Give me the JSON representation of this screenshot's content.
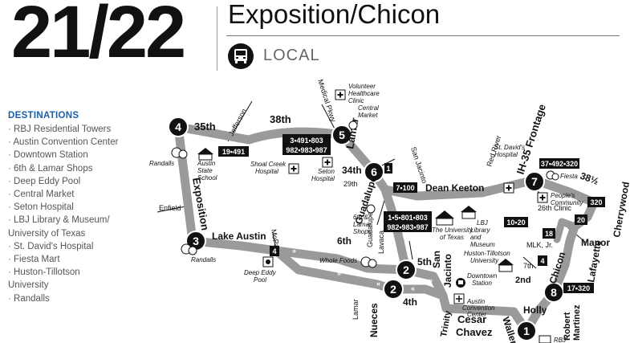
{
  "header": {
    "route_number": "21/22",
    "route_name": "Exposition/Chicon",
    "service_type": "LOCAL",
    "bus_icon": "bus-icon"
  },
  "destinations": {
    "title": "DESTINATIONS",
    "items": [
      "RBJ Residential Towers",
      "Austin Convention Center",
      "Downtown Station",
      "6th & Lamar Shops",
      "Deep Eddy Pool",
      "Central Market",
      "Seton Hospital",
      "LBJ Library & Museum/",
      "University of Texas",
      "St. David's Hospital",
      "Fiesta Mart",
      "Huston-Tillotson",
      "University",
      "Randalls"
    ]
  },
  "map": {
    "timepoints": [
      "1",
      "2",
      "3",
      "4",
      "5",
      "6",
      "7",
      "8"
    ],
    "streets": {
      "s35th": "35th",
      "s38th": "38th",
      "jefferson": "Jefferson",
      "medical": "Medical Pkwy",
      "lamar": "Lamar",
      "s34th": "34th",
      "s29th": "29th",
      "guadalupe": "Guadalupe",
      "sanjacinto_n": "San Jacinto",
      "deankeeton": "Dean Keeton",
      "redriver": "Red River",
      "ih35": "IH-35 Frontage",
      "s38half": "38½",
      "cherrywood": "Cherrywood",
      "manor": "Manor",
      "exposition": "Exposition",
      "enfield": "Enfield",
      "lakeaustin": "Lake Austin",
      "mopac": "MoPac",
      "s6th": "6th",
      "guadalupe2": "Guadalupe",
      "lavaca": "Lavaca",
      "s5th": "5th",
      "san": "San",
      "jacinto": "Jacinto",
      "s4th": "4th",
      "lamar2": "Lamar",
      "nueces": "Nueces",
      "trinity": "Trinity",
      "cesar": "Cesar",
      "chavez": "Chavez",
      "waller": "Waller",
      "holly": "Holly",
      "robert": "Robert",
      "martinez": "Martinez",
      "chicon": "Chicon",
      "lafayette": "Lafayette",
      "s2nd": "2nd",
      "s7th": "7th",
      "mlk": "MLK, Jr.",
      "s26th": "26th Clinic"
    },
    "connections": {
      "c1": "19•491",
      "c2a": "3•491•803",
      "c2b": "982•983•987",
      "c3": "1",
      "c4": "7•100",
      "c5a": "1•5•801•803",
      "c5b": "982•983•987",
      "c6": "37•492•320",
      "c7": "320",
      "c8": "10•20",
      "c9": "20",
      "c10": "18",
      "c11": "4",
      "c12": "4",
      "c13": "17•320"
    },
    "landmarks": {
      "volunteer1": "Volunteer",
      "volunteer2": "Healthcare",
      "volunteer3": "Clinic",
      "central1": "Central",
      "central2": "Market",
      "randalls_n": "Randalls",
      "asl1": "Austin",
      "asl2": "State",
      "asl3": "School",
      "shoal1": "Shoal Creek",
      "shoal2": "Hospital",
      "seton1": "Seton",
      "seton2": "Hospital",
      "stdavid1": "St. David's",
      "stdavid2": "Hospital",
      "fiesta": "Fiesta",
      "pcc": "People's",
      "pcc2": "Community",
      "lamarshops1": "6th &",
      "lamarshops2": "Lamar",
      "lamarshops3": "Shops",
      "ut1": "The University",
      "ut2": "of Texas",
      "lbj1": "LBJ",
      "lbj2": "Library",
      "lbj3": "and",
      "lbj4": "Museum",
      "htu1": "Huston-Tillotson",
      "htu2": "University",
      "randalls_s": "Randalls",
      "deepeddy1": "Deep Eddy",
      "deepeddy2": "Pool",
      "wholefoods": "Whole Foods",
      "downtown1": "Downtown",
      "downtown2": "Station",
      "acc1": "Austin",
      "acc2": "Convention",
      "acc3": "Center",
      "rbj": "RBJ"
    }
  }
}
